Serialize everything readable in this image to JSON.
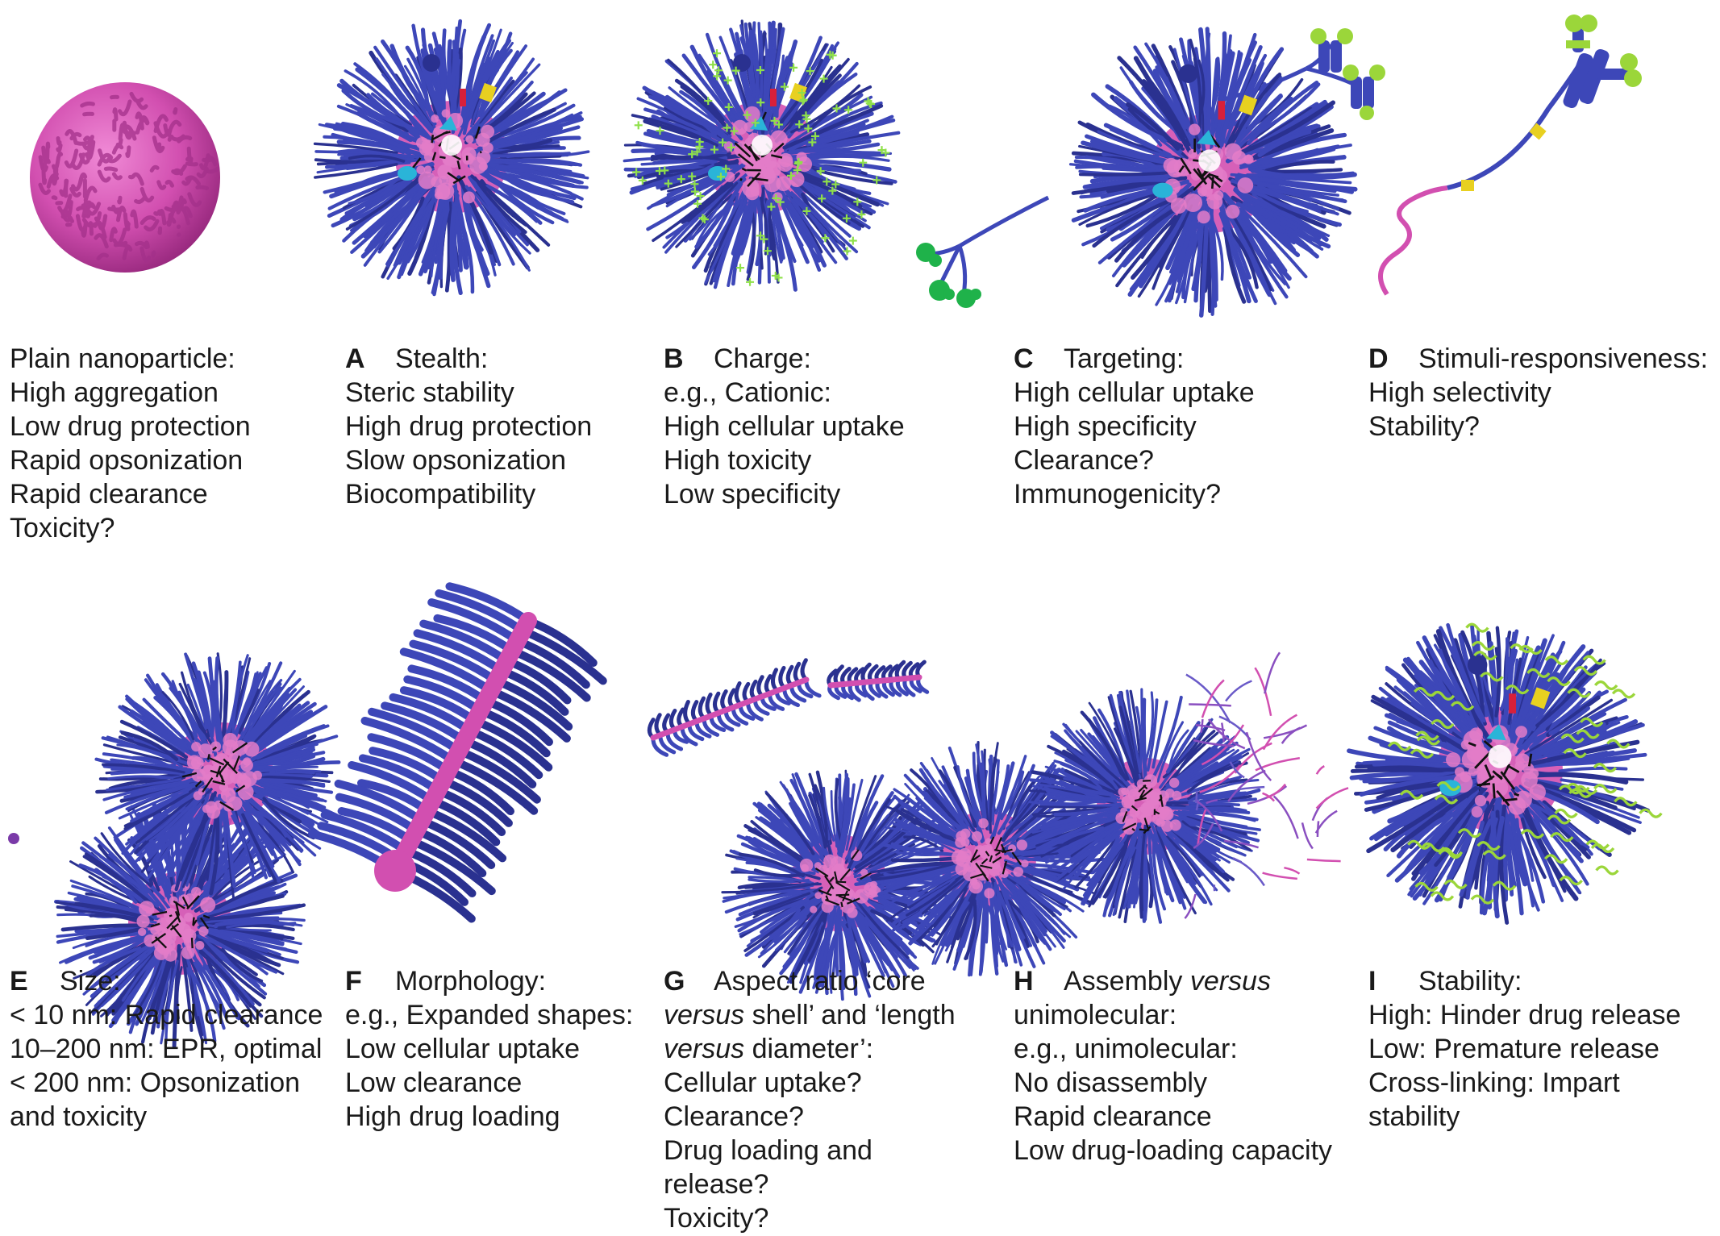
{
  "colors": {
    "shell": "#3d47b8",
    "shell_dark": "#2a3190",
    "core": "#d24fb0",
    "core_light": "#e37cc8",
    "charge": "#8fe04a",
    "ligand": "#9bd63a",
    "target_ligand": "#1fb24a",
    "cyan": "#2ab4d8",
    "yellow": "#e8d020",
    "red": "#d8203a"
  },
  "panels": {
    "plain": {
      "title": "Plain nanoparticle:",
      "lines": [
        "High aggregation",
        "Low  drug protection",
        "Rapid opsonization",
        "Rapid clearance",
        "Toxicity?"
      ]
    },
    "a": {
      "letter": "A",
      "title": "Stealth:",
      "lines": [
        "Steric stability",
        "High drug protection",
        "Slow opsonization",
        "Biocompatibility"
      ]
    },
    "b": {
      "letter": "B",
      "title": "Charge:",
      "lines": [
        "e.g., Cationic:",
        "High cellular uptake",
        "High toxicity",
        "Low specificity"
      ]
    },
    "c": {
      "letter": "C",
      "title": "Targeting:",
      "lines": [
        "High cellular uptake",
        "High specificity",
        "Clearance?",
        "Immunogenicity?"
      ]
    },
    "d": {
      "letter": "D",
      "title": "Stimuli-responsiveness:",
      "lines": [
        "High selectivity",
        "Stability?"
      ]
    },
    "e": {
      "letter": "E",
      "title": "Size:",
      "lines": [
        "< 10 nm: Rapid clearance",
        "10–200 nm: EPR, optimal",
        "< 200 nm: Opsonization",
        "and toxicity"
      ]
    },
    "f": {
      "letter": "F",
      "title": "Morphology:",
      "lines": [
        "e.g., Expanded shapes:",
        "Low cellular uptake",
        "Low clearance",
        "High drug loading"
      ]
    },
    "g": {
      "letter": "G",
      "title_pre": "Aspect ratio ‘core",
      "line2_em": "versus",
      "line2_rest": " shell’ and ‘length",
      "line3_em": "versus",
      "line3_rest": " diameter’:",
      "lines": [
        "Cellular uptake?",
        "Clearance?",
        "Drug loading and",
        "release?",
        "Toxicity?"
      ]
    },
    "h": {
      "letter": "H",
      "title_pre": "Assembly ",
      "title_em": "versus",
      "line2": "unimolecular:",
      "lines": [
        "e.g., unimolecular:",
        "No disassembly",
        "Rapid clearance",
        "Low drug-loading capacity"
      ]
    },
    "i": {
      "letter": "I",
      "title": "Stability:",
      "lines": [
        "High: Hinder drug release",
        "Low: Premature release",
        "Cross-linking: Impart",
        "stability"
      ]
    }
  }
}
